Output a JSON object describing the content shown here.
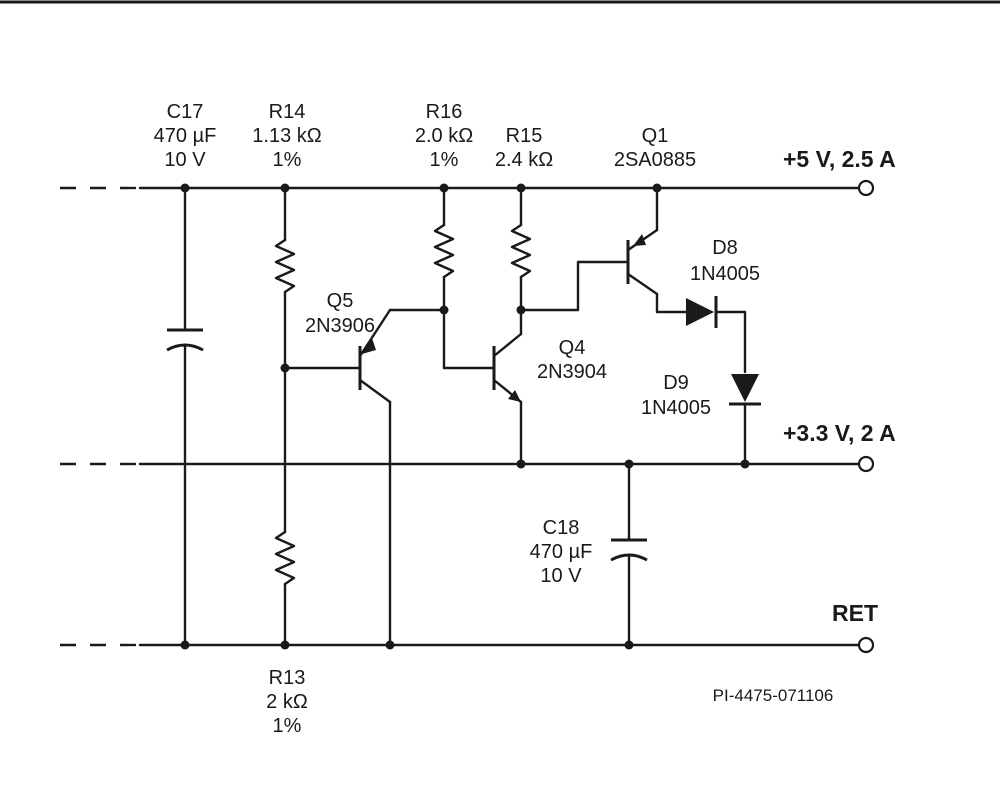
{
  "rails": {
    "plus5": "+5 V, 2.5 A",
    "plus33": "+3.3 V, 2 A",
    "ret": "RET"
  },
  "components": {
    "c17": {
      "ref": "C17",
      "value": "470 µF",
      "rating": "10 V"
    },
    "r14": {
      "ref": "R14",
      "value": "1.13 kΩ",
      "tol": "1%"
    },
    "r16": {
      "ref": "R16",
      "value": "2.0 kΩ",
      "tol": "1%"
    },
    "r15": {
      "ref": "R15",
      "value": "2.4 kΩ"
    },
    "q1": {
      "ref": "Q1",
      "part": "2SA0885"
    },
    "q5": {
      "ref": "Q5",
      "part": "2N3906"
    },
    "q4": {
      "ref": "Q4",
      "part": "2N3904"
    },
    "d8": {
      "ref": "D8",
      "part": "1N4005"
    },
    "d9": {
      "ref": "D9",
      "part": "1N4005"
    },
    "c18": {
      "ref": "C18",
      "value": "470 µF",
      "rating": "10 V"
    },
    "r13": {
      "ref": "R13",
      "value": "2 kΩ",
      "tol": "1%"
    }
  },
  "figure_code": "PI-4475-071106"
}
